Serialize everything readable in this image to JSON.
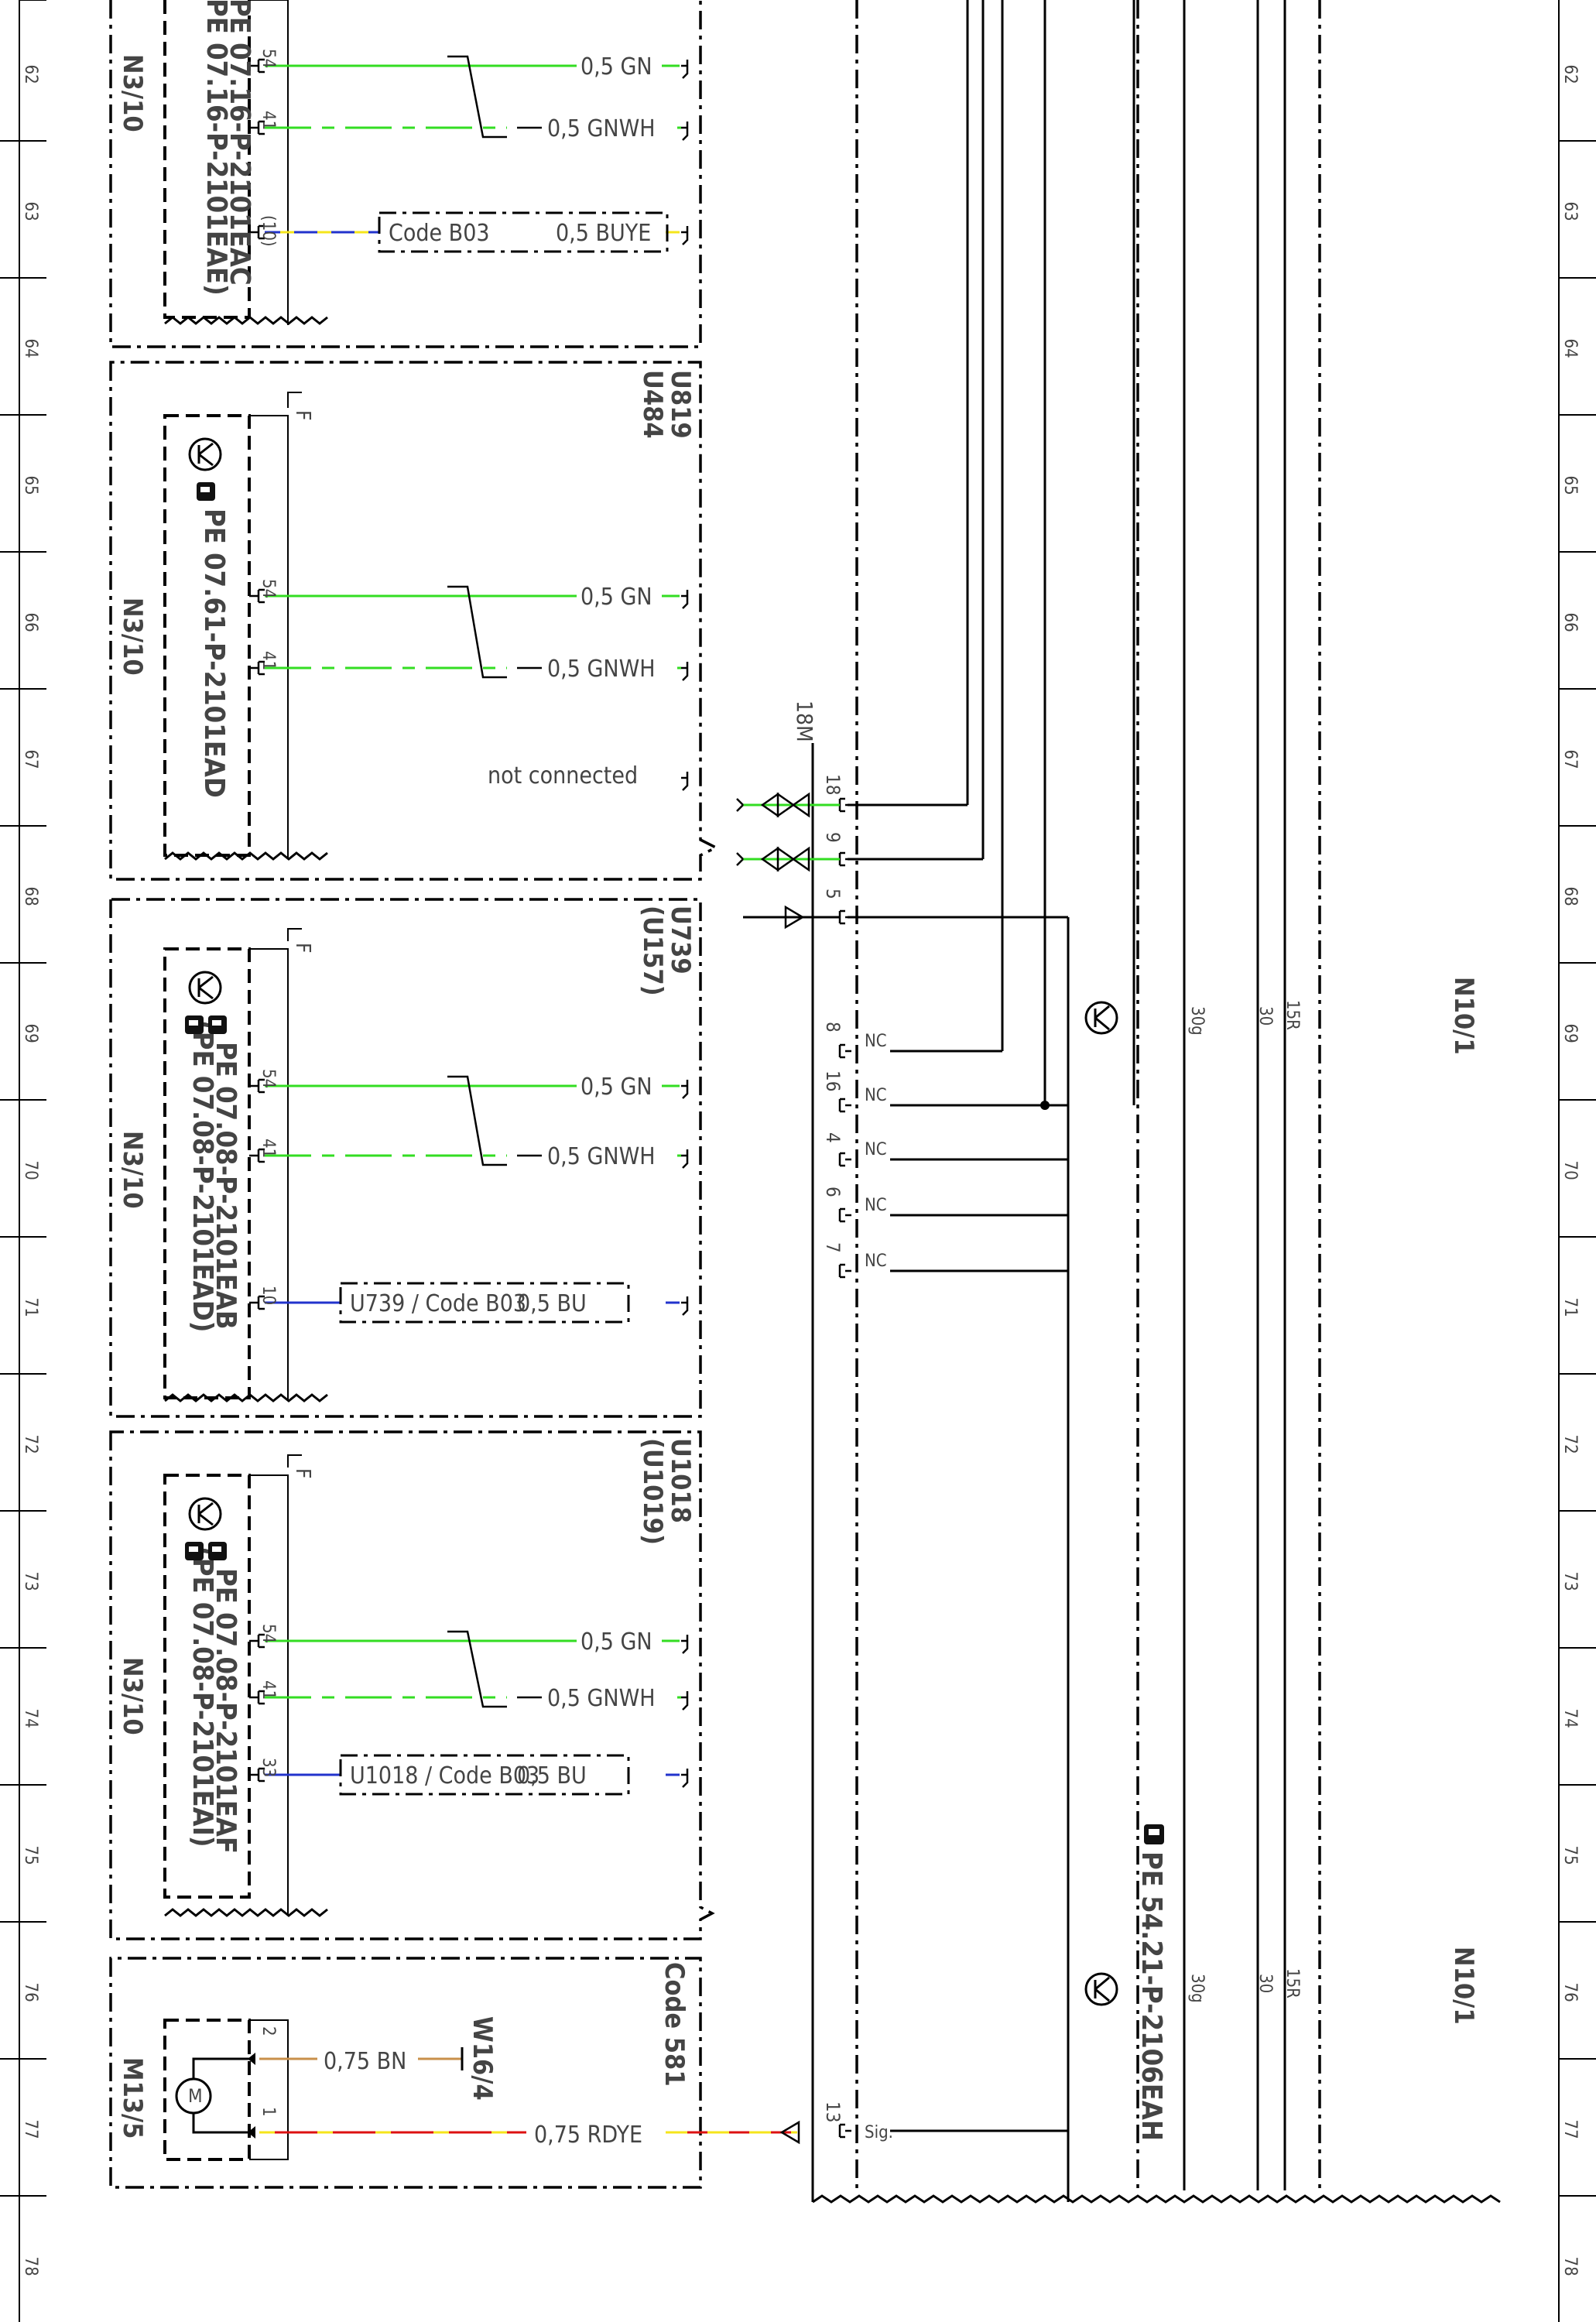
{
  "diagram": {
    "grid_numbers": [
      "62",
      "63",
      "64",
      "65",
      "66",
      "67",
      "68",
      "69",
      "70",
      "71",
      "72",
      "73",
      "74",
      "75",
      "76",
      "77",
      "78"
    ],
    "units": [
      {
        "name": "N3/10",
        "doc_lines": [
          "PE 07.16-P-2101EAC",
          "PE 07.16-P-2101EAE)"
        ],
        "has_icon": false,
        "code_lines": [],
        "wires": [
          {
            "pin": "54",
            "color": "0,5 GN",
            "type": "green-solid",
            "box": false
          },
          {
            "pin": "41",
            "color": "0,5 GNWH",
            "type": "green-dash",
            "box": false
          },
          {
            "pin": "(10)",
            "color": "0,5 BUYE",
            "type": "bu-ye-dash",
            "box": true,
            "box_text": "Code B03"
          }
        ]
      },
      {
        "name": "N3/10",
        "doc_lines": [
          "PE 07.61-P-2101EAD"
        ],
        "has_icon": true,
        "code_lines": [
          "U819",
          "U484"
        ],
        "wires": [
          {
            "pin": "54",
            "color": "0,5 GN",
            "type": "green-solid",
            "box": false
          },
          {
            "pin": "41",
            "color": "0,5 GNWH",
            "type": "green-dash",
            "box": false
          }
        ],
        "extra_label": "not connected"
      },
      {
        "name": "N3/10",
        "doc_lines": [
          "PE 07.08-P-2101EAB",
          "(PE 07.08-P-2101EAD)"
        ],
        "has_icon": true,
        "code_lines": [
          "U739",
          "(U157)"
        ],
        "wires": [
          {
            "pin": "54",
            "color": "0,5 GN",
            "type": "green-solid",
            "box": false
          },
          {
            "pin": "41",
            "color": "0,5 GNWH",
            "type": "green-dash",
            "box": false
          },
          {
            "pin": "10",
            "color": "0,5 BU",
            "type": "blue-solid",
            "box": true,
            "box_text": "U739 / Code B03"
          }
        ]
      },
      {
        "name": "N3/10",
        "doc_lines": [
          "PE 07.08-P-2101EAF",
          "(PE 07.08-P-2101EAI)"
        ],
        "has_icon": true,
        "code_lines": [
          "U1018",
          "(U1019)"
        ],
        "wires": [
          {
            "pin": "54",
            "color": "0,5 GN",
            "type": "green-solid",
            "box": false
          },
          {
            "pin": "41",
            "color": "0,5 GNWH",
            "type": "green-dash",
            "box": false
          },
          {
            "pin": "33",
            "color": "0,5 BU",
            "type": "blue-solid",
            "box": true,
            "box_text": "U1018 / Code B03"
          }
        ]
      }
    ],
    "motor": {
      "name": "M13/5",
      "code": "Code 581",
      "ground": "W16/4",
      "wire_bn": {
        "pin": "2",
        "color": "0,75 BN"
      },
      "wire_rdye": {
        "pin": "1",
        "color": "0,75 RDYE"
      }
    },
    "connector": {
      "name": "18M",
      "pins": [
        "18",
        "9",
        "5",
        "8",
        "16",
        "4",
        "6",
        "7",
        "13"
      ],
      "nc_label": "NC",
      "sig_label": "Sig.",
      "fuse_labels": [
        "30g",
        "30",
        "15R"
      ]
    },
    "control_unit": {
      "name": "N10/1",
      "doc_ref": "PE 54.21-P-2106EAH"
    },
    "colors": {
      "green": "#33dd22",
      "blue": "#2233cc",
      "yellow": "#f5e51b",
      "red": "#dd1111",
      "brown": "#c8904a",
      "line": "#000000",
      "text": "#444444"
    }
  }
}
